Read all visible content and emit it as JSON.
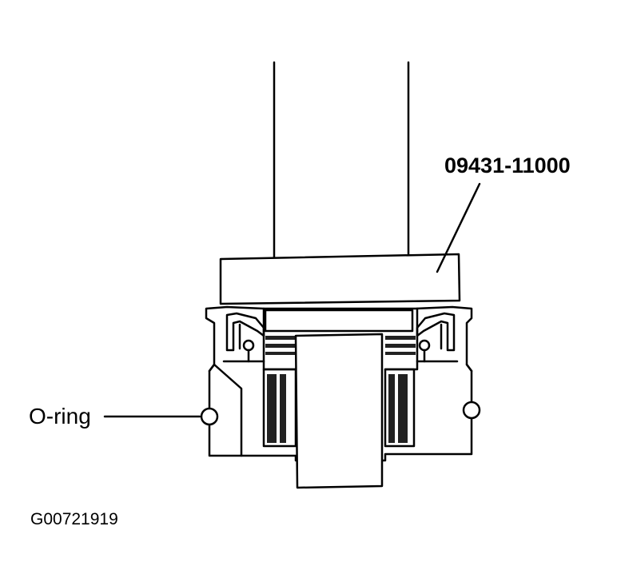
{
  "labels": {
    "part_number": "09431-11000",
    "o_ring": "O-ring",
    "figure_id": "G00721919"
  },
  "colors": {
    "line": "#000000",
    "background": "#ffffff"
  }
}
